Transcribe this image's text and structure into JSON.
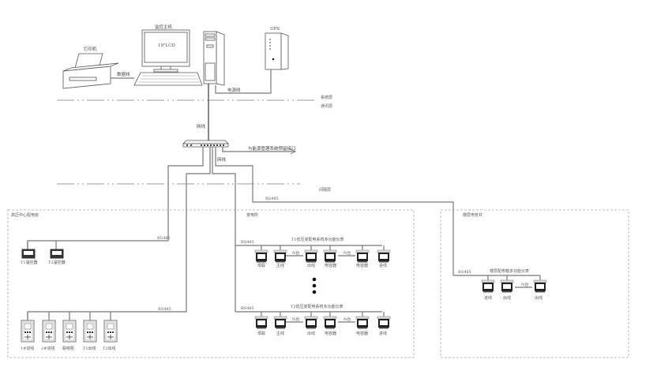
{
  "top": {
    "printer_label": "打印机",
    "monitor_host_label": "监控主机",
    "monitor_screen_text": "19\"LCD",
    "data_cable_label": "数据线",
    "ups_label": "UPS",
    "power_cable_label": "电源线"
  },
  "layers": {
    "system_layer": "系统层",
    "comm_layer": "通讯层",
    "bay_layer": "间隔层"
  },
  "network": {
    "net_cable_top": "网线",
    "net_cable_mid": "网线",
    "energy_interface": "与能源管理系统预留接口",
    "rs485_right": "RS485"
  },
  "zones": {
    "hv_center": {
      "title": "高压中心配电房",
      "rs485_a": "RS485",
      "rs485_b": "RS485",
      "monitors": [
        "T1温控器",
        "T2温控器"
      ],
      "protection_devices": [
        "1#进线",
        "2#进线",
        "联络柜",
        "T1出线",
        "T2出线"
      ]
    },
    "substation": {
      "title": "变电所",
      "t1_title": "T1低压变配电系统多功能仪表",
      "t2_title": "T2低压变配电系统多功能仪表",
      "rs485_t1": "RS485",
      "rs485_t2": "RS485",
      "count_a": "N台",
      "count_b": "N台",
      "meters": [
        "母联",
        "主线",
        "出线",
        "电容器",
        "电容器",
        "进线"
      ]
    },
    "floor": {
      "title": "楼层电管井",
      "rs485": "RS485",
      "meters_title": "楼层配电箱多功能仪表",
      "count": "N台",
      "meters": [
        "进线",
        "出线",
        "出线"
      ]
    }
  }
}
